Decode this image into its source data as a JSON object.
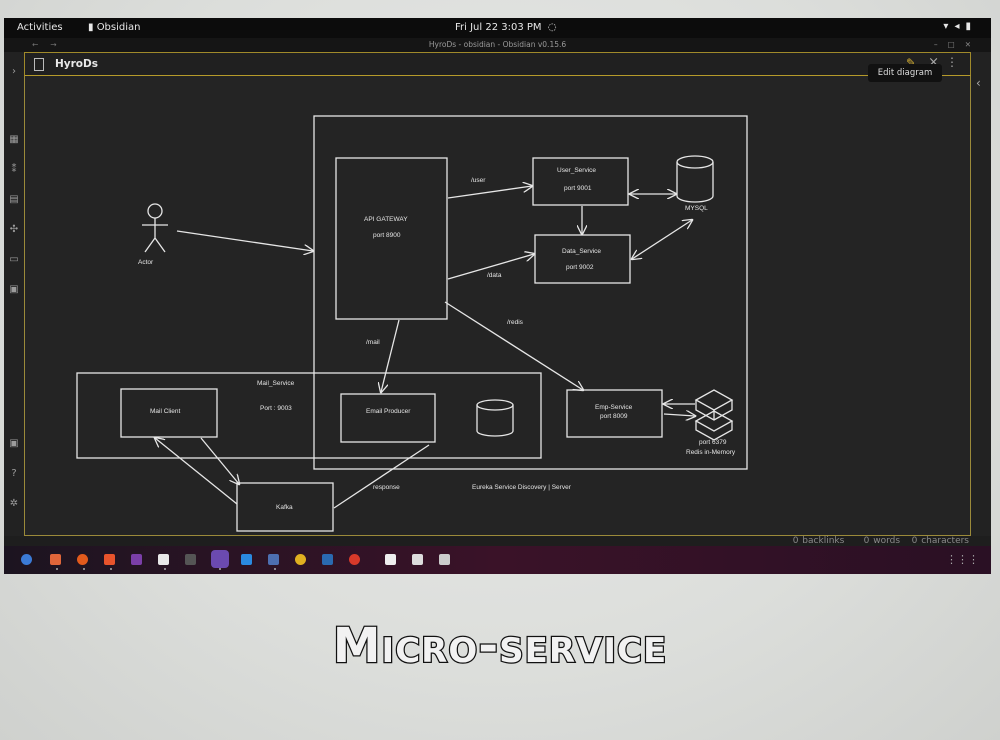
{
  "topbar": {
    "activities": "Activities",
    "app_name": "Obsidian",
    "clock": "Fri Jul 22  3:03 PM"
  },
  "window": {
    "title": "HyroDs - obsidian - Obsidian v0.15.6"
  },
  "tab": {
    "title": "HyroDs",
    "tooltip": "Edit diagram"
  },
  "diagram": {
    "actor": "Actor",
    "api_gateway": "API GATEWAY",
    "api_gateway_port": "port 8900",
    "user_service": "User_Service",
    "user_service_port": "port  9001",
    "data_service": "Data_Service",
    "data_service_port": "port  9002",
    "mysql": "MYSQL",
    "emp_service": "Emp-Service",
    "emp_service_port": "port 8009",
    "redis_port": "port 6379",
    "redis_label": "Redis in-Memory",
    "mail_service": "Mail_Service",
    "mail_port": "Port : 9003",
    "mail_client": "Mail Client",
    "email_producer": "Email  Producer",
    "kafka": "Kafka",
    "edge_user": "/user",
    "edge_data": "/data",
    "edge_redis": "/redis",
    "edge_mail": "/mail",
    "edge_response": "response",
    "eureka": "Eureka Service Discovery | Server"
  },
  "status": {
    "backlinks": "0 backlinks",
    "words": "0 words",
    "characters": "0 characters"
  },
  "caption": "Micro-service",
  "colors": {
    "accent": "#d9b233",
    "border": "#a08a2a"
  }
}
